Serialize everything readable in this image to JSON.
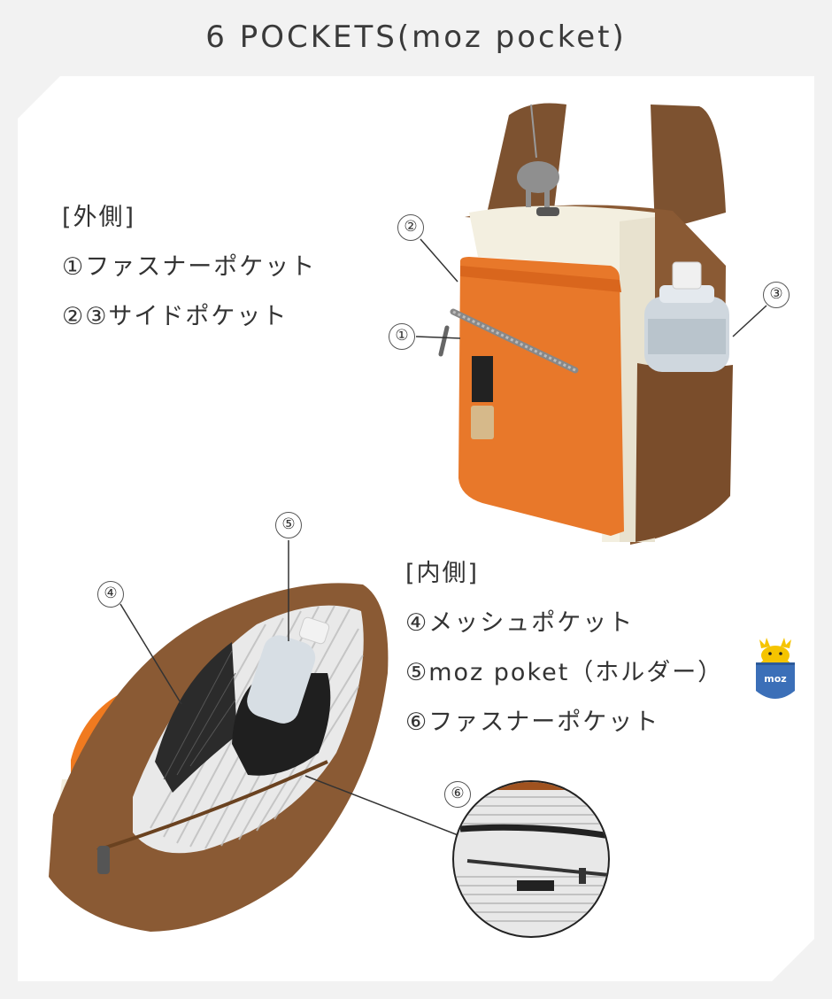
{
  "title": "6 POCKETS(moz pocket)",
  "outer": {
    "heading": "[外側]",
    "items": [
      "①ファスナーポケット",
      "②③サイドポケット"
    ]
  },
  "inner": {
    "heading": "[内側]",
    "items": [
      "④メッシュポケット",
      "⑤moz poket（ホルダー）",
      "⑥ファスナーポケット"
    ]
  },
  "callouts": [
    "①",
    "②",
    "③",
    "④",
    "⑤",
    "⑥"
  ],
  "brand_label": "moz",
  "colors": {
    "brown": "#8a5a34",
    "orange": "#e8782a",
    "cream": "#f3efe0",
    "mascot_yellow": "#f5c400",
    "mascot_blue": "#3b6fb8"
  }
}
